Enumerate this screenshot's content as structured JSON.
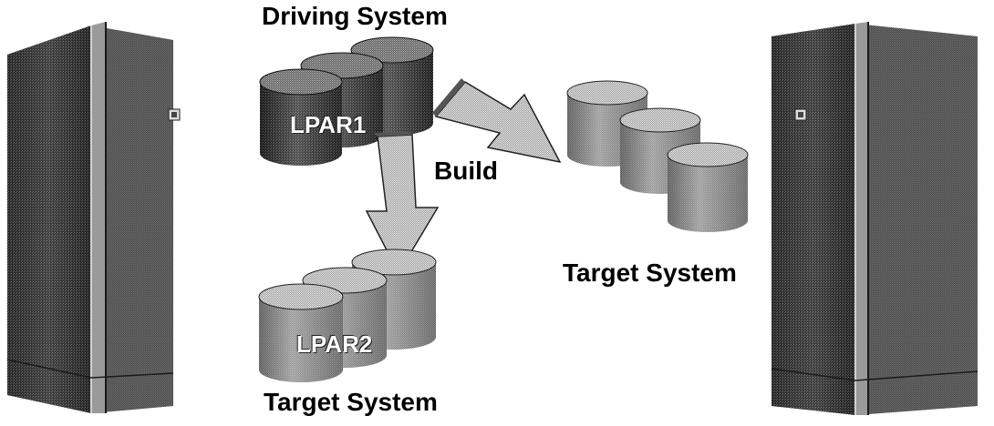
{
  "labels": {
    "driving_system": "Driving System",
    "build": "Build",
    "target_system_right": "Target System",
    "target_system_bottom": "Target System",
    "lpar1": "LPAR1",
    "lpar2": "LPAR2"
  },
  "colors": {
    "background": "#ffffff",
    "text": "#000000",
    "dark_fill": "#2b2b2b",
    "mid_fill": "#7a7a7a",
    "light_fill": "#d8d8d8",
    "arrow_fill": "#e6e6e6"
  },
  "icons": {
    "left_cabinet": "server-cabinet-icon",
    "right_cabinet": "server-cabinet-icon",
    "driving_disks": "disk-stack-icon",
    "target_disks_right": "disk-stack-icon",
    "target_disks_bottom": "disk-stack-icon"
  }
}
